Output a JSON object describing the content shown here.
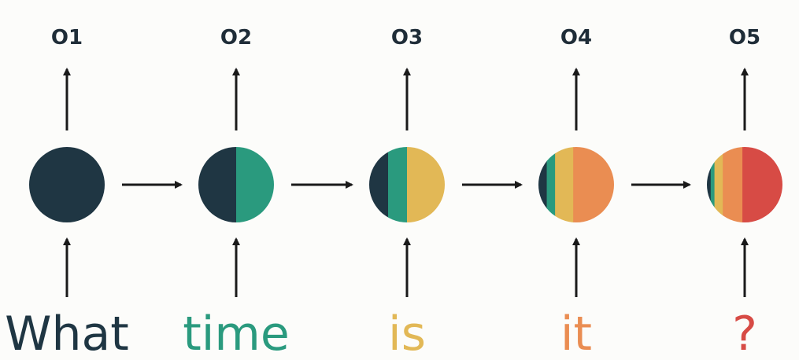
{
  "colors": {
    "background": "#fcfcfa",
    "arrow": "#1a1a1a",
    "label": "#1f2d38",
    "word_colors": [
      "#1f3643",
      "#2a9a7e",
      "#e2b856",
      "#ea8d52",
      "#d74b45"
    ]
  },
  "steps": [
    {
      "output": "O1",
      "word": "What",
      "word_color": "#1f3643",
      "stripes": [
        {
          "color": "#1f3643",
          "weight": 1
        }
      ]
    },
    {
      "output": "O2",
      "word": "time",
      "word_color": "#2a9a7e",
      "stripes": [
        {
          "color": "#1f3643",
          "weight": 1
        },
        {
          "color": "#2a9a7e",
          "weight": 1
        }
      ]
    },
    {
      "output": "O3",
      "word": "is",
      "word_color": "#e2b856",
      "stripes": [
        {
          "color": "#1f3643",
          "weight": 0.25
        },
        {
          "color": "#2a9a7e",
          "weight": 0.25
        },
        {
          "color": "#e2b856",
          "weight": 0.5
        }
      ]
    },
    {
      "output": "O4",
      "word": "it",
      "word_color": "#ea8d52",
      "stripes": [
        {
          "color": "#1f3643",
          "weight": 0.11
        },
        {
          "color": "#2a9a7e",
          "weight": 0.11
        },
        {
          "color": "#e2b856",
          "weight": 0.24
        },
        {
          "color": "#ea8d52",
          "weight": 0.54
        }
      ]
    },
    {
      "output": "O5",
      "word": "?",
      "word_color": "#d74b45",
      "stripes": [
        {
          "color": "#1f3643",
          "weight": 0.05
        },
        {
          "color": "#2a9a7e",
          "weight": 0.05
        },
        {
          "color": "#e2b856",
          "weight": 0.11
        },
        {
          "color": "#ea8d52",
          "weight": 0.26
        },
        {
          "color": "#d74b45",
          "weight": 0.53
        }
      ]
    }
  ]
}
